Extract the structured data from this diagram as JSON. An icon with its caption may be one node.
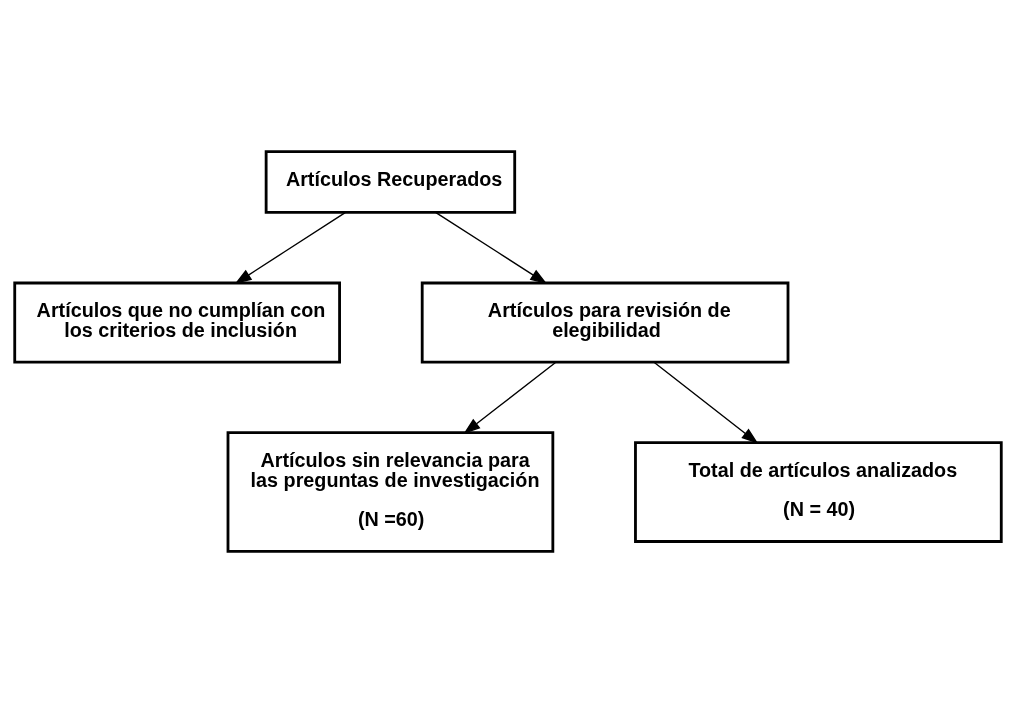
{
  "diagram": {
    "nodes": [
      {
        "text": [
          "Artículos Recuperados"
        ]
      },
      {
        "text": [
          "Artículos que no cumplían con los criterios de inclusión"
        ]
      },
      {
        "text": [
          "Artículos para revisión de elegibilidad"
        ]
      },
      {
        "text": [
          "Artículos sin relevancia para las preguntas de investigación",
          "(N =60)"
        ]
      },
      {
        "text": [
          "Total de artículos analizados",
          "(N = 40)"
        ]
      }
    ],
    "edges": [
      {
        "from": 0,
        "to": 2,
        "arrow": "to"
      },
      {
        "from": 0,
        "to": 1,
        "arrow": "to"
      },
      {
        "from": 2,
        "to": 4,
        "arrow": "to"
      },
      {
        "from": 2,
        "to": 3,
        "arrow": "to"
      }
    ]
  }
}
